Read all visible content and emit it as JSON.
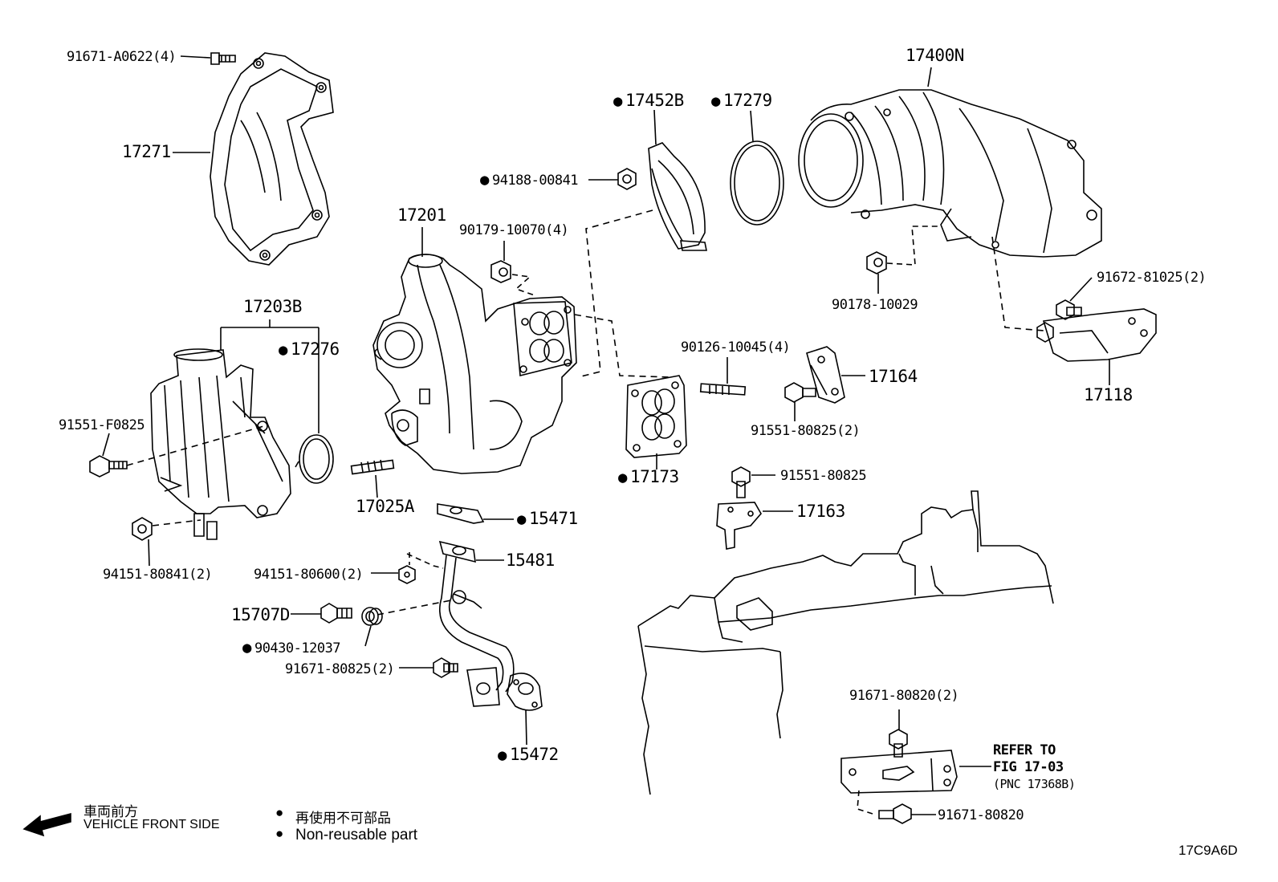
{
  "labels": {
    "p91671_A0622": "91671-A0622(4)",
    "p17271": "17271",
    "p17203B": "17203B",
    "p17276": "17276",
    "p91551_F0825": "91551-F0825",
    "p94151_80841": "94151-80841(2)",
    "p17201": "17201",
    "p90179_10070": "90179-10070(4)",
    "p17025A": "17025A",
    "p15471": "15471",
    "p15481": "15481",
    "p94151_80600": "94151-80600(2)",
    "p15707D": "15707D",
    "p90430_12037": "90430-12037",
    "p91671_80825": "91671-80825(2)",
    "p15472": "15472",
    "p17452B": "17452B",
    "p17279": "17279",
    "p94188_00841": "94188-00841",
    "p17173": "17173",
    "p17400N": "17400N",
    "p90178_10029": "90178-10029",
    "p90126_10045": "90126-10045(4)",
    "p17164": "17164",
    "p91551_80825_2": "91551-80825(2)",
    "p91551_80825": "91551-80825",
    "p17163": "17163",
    "p91672_81025": "91672-81025(2)",
    "p17118": "17118",
    "p91671_80820_2": "91671-80820(2)",
    "p91671_80820": "91671-80820",
    "refer_line1": "REFER TO",
    "refer_line2": "FIG 17-03",
    "refer_line3": "(PNC 17368B)"
  },
  "legend": {
    "front_jp": "車両前方",
    "front_en": "VEHICLE FRONT SIDE",
    "nonreuse_jp": "再使用不可部品",
    "nonreuse_en": "Non-reusable part"
  },
  "figure_code": "17C9A6D"
}
